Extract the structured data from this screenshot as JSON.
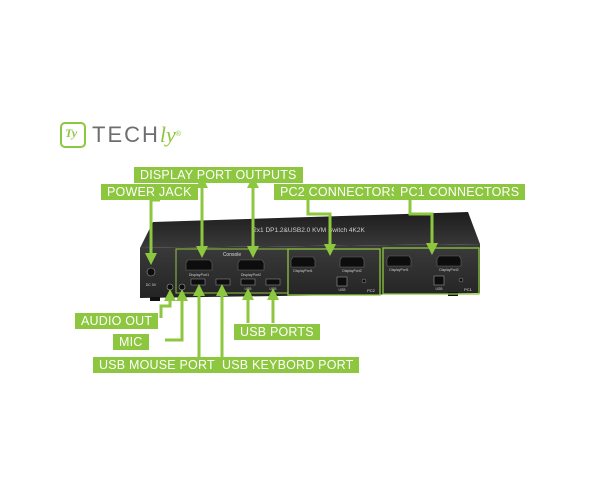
{
  "logo": {
    "mark": "Ty",
    "text": "TECH",
    "accent": "ly",
    "reg": "®"
  },
  "device": {
    "model_text": "2x1 DP1.2&USB2.0 KVM Switch 4K2K",
    "console_label": "Console",
    "ports": {
      "console_dp1": "DisplayPort1",
      "console_dp2": "DisplayPort2",
      "usb": "USB",
      "pc2_dp1": "DisplayPort1",
      "pc2_dp2": "DisplayPort2",
      "pc1_dp1": "DisplayPort1",
      "pc1_dp2": "DisplayPort2",
      "pc2": "PC2",
      "pc1": "PC1",
      "pc2_usb": "USB",
      "pc1_usb": "USB",
      "dc": "DC 5V"
    }
  },
  "callouts": {
    "display_port_outputs": "DISPLAY PORT OUTPUTS",
    "power_jack": "POWER JACK",
    "pc2_connectors": "PC2 CONNECTORS",
    "pc1_connectors": "PC1 CONNECTORS",
    "audio_out": "AUDIO OUT",
    "mic": "MIC",
    "usb_ports": "USB PORTS",
    "usb_mouse_port": "USB MOUSE PORT",
    "usb_keyboard_port": "USB KEYBORD PORT"
  },
  "colors": {
    "accent": "#8dc63f",
    "device_body": "#2b2b2b",
    "port_black": "#111111"
  }
}
